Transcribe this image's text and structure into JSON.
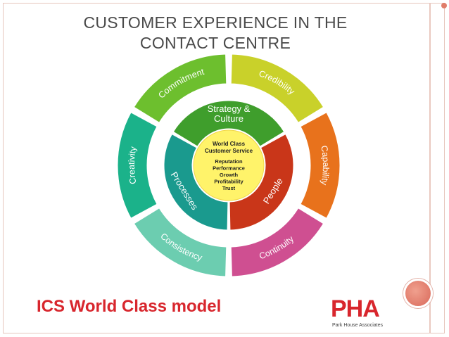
{
  "slide": {
    "title": "CUSTOMER EXPERIENCE IN THE CONTACT CENTRE",
    "subtitle": "ICS World Class model"
  },
  "diagram": {
    "outer_ring": [
      {
        "label": "Commitment",
        "color": "#6dbf2e"
      },
      {
        "label": "Credibility",
        "color": "#c9d12a"
      },
      {
        "label": "Capability",
        "color": "#e8721c"
      },
      {
        "label": "Continuity",
        "color": "#cf4f91"
      },
      {
        "label": "Consistency",
        "color": "#6ccdb0"
      },
      {
        "label": "Creativity",
        "color": "#1bb28a"
      }
    ],
    "inner_ring": [
      {
        "label": "Strategy & Culture",
        "color": "#3f9e2c"
      },
      {
        "label": "People",
        "color": "#c93619"
      },
      {
        "label": "Processes",
        "color": "#1a9a8e"
      }
    ],
    "center": {
      "heading": "World Class Customer Service",
      "items": [
        "Reputation",
        "Performance",
        "Growth",
        "Profitability",
        "Trust"
      ]
    }
  },
  "logo": {
    "mark": "PHA",
    "caption": "Park House Associates"
  }
}
